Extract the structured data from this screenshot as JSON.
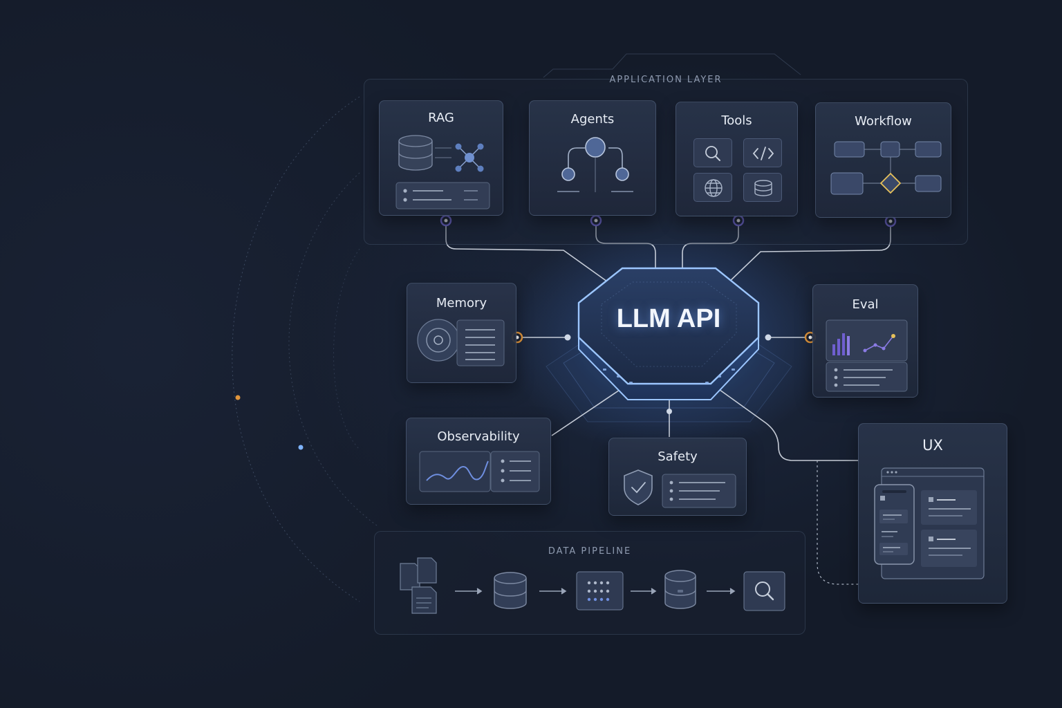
{
  "hub": {
    "label": "LLM API"
  },
  "groups": {
    "application_layer": "APPLICATION LAYER",
    "data_pipeline": "DATA PIPELINE"
  },
  "components": {
    "rag": "RAG",
    "agents": "Agents",
    "tools": "Tools",
    "workflow": "Workflow",
    "memory": "Memory",
    "eval": "Eval",
    "observability": "Observability",
    "safety": "Safety",
    "ux": "UX"
  },
  "colors": {
    "background": "#141b29",
    "card": "#2a354b",
    "accent_blue": "#7fb4ff",
    "hub_glow": "#9cc6ff",
    "port_purple": "#7a6fe0",
    "port_orange": "#e0953c",
    "connector": "#d8dee8",
    "warning_diamond": "#e7c15a"
  },
  "icons": {
    "rag": [
      "database-icon",
      "network-icon",
      "list-icon"
    ],
    "agents": [
      "agent-tree-icon"
    ],
    "tools": [
      "search-icon",
      "code-icon",
      "globe-icon",
      "database-icon"
    ],
    "workflow": [
      "flowchart-icon",
      "decision-diamond-icon"
    ],
    "memory": [
      "disk-icon",
      "document-lines-icon"
    ],
    "eval": [
      "bar-chart-icon",
      "line-chart-icon",
      "list-icon"
    ],
    "observability": [
      "wave-chart-icon",
      "list-icon"
    ],
    "safety": [
      "shield-check-icon",
      "list-icon"
    ],
    "ux": [
      "phone-icon",
      "browser-window-icon"
    ],
    "pipeline": [
      "documents-icon",
      "database-icon",
      "grid-icon",
      "vector-store-icon",
      "search-icon"
    ]
  }
}
